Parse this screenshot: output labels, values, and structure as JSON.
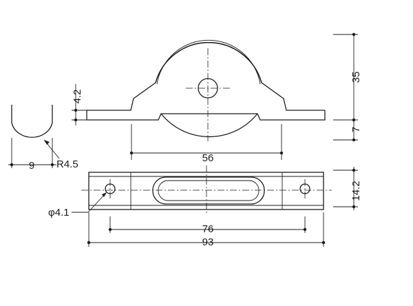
{
  "dimensions": {
    "wheel_height": "35",
    "base_height": "7",
    "offset_height": "4.2",
    "wheel_span": "56",
    "plate_height": "14.2",
    "hole_pitch": "76",
    "overall_length": "93",
    "profile_width": "9",
    "profile_radius": "R4.5",
    "hole_diameter": "φ4.1"
  },
  "colors": {
    "line": "#1a1a1a",
    "background": "#ffffff"
  }
}
